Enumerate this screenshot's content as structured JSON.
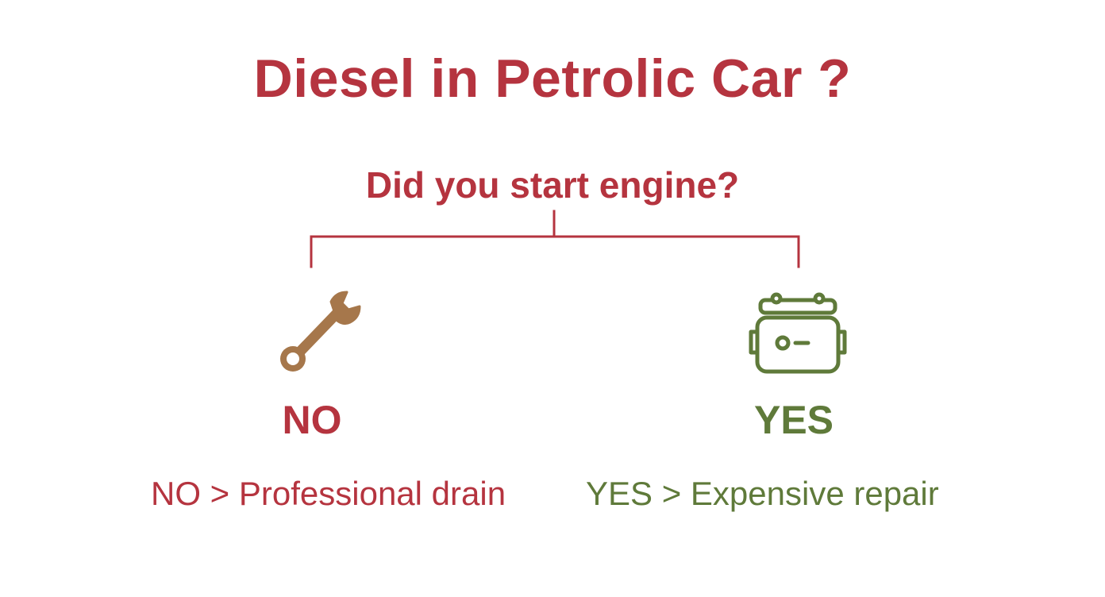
{
  "diagram": {
    "title": "Diesel in Petrolic Car ?",
    "question": "Did you start engine?",
    "branches": [
      {
        "label": "NO",
        "outcome": "NO > Professional drain",
        "icon": "wrench-icon",
        "color": "#b5343f"
      },
      {
        "label": "YES",
        "outcome": "YES > Expensive repair",
        "icon": "engine-icon",
        "color": "#5f7a3a"
      }
    ],
    "colors": {
      "primary": "#b5343f",
      "secondary": "#5f7a3a",
      "wrench": "#a6774b"
    }
  }
}
